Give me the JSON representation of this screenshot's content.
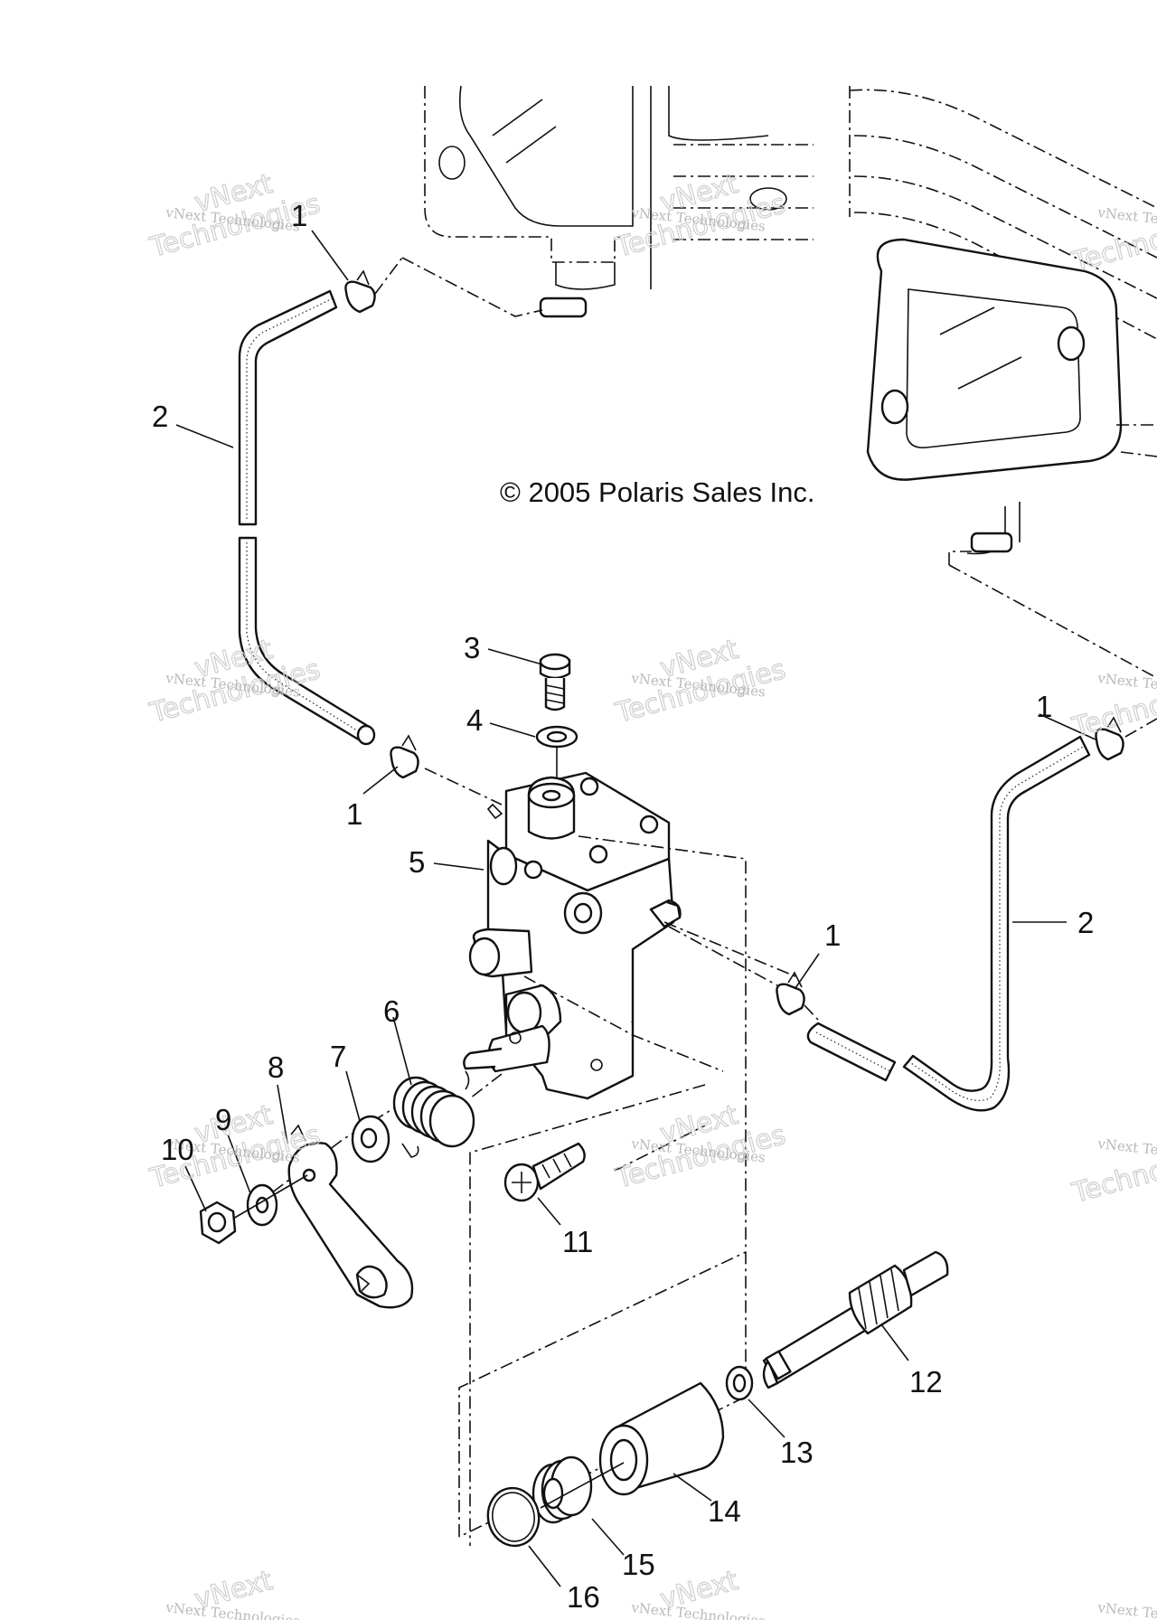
{
  "copyright": "© 2005 Polaris Sales Inc.",
  "watermark": {
    "line_small": "vNext Technologies",
    "line_big_1": "vNext",
    "line_big_2": "Technologies"
  },
  "callouts": [
    {
      "id": "c1a",
      "label": "1"
    },
    {
      "id": "c1b",
      "label": "1"
    },
    {
      "id": "c1c",
      "label": "1"
    },
    {
      "id": "c1d",
      "label": "1"
    },
    {
      "id": "c2a",
      "label": "2"
    },
    {
      "id": "c2b",
      "label": "2"
    },
    {
      "id": "c3",
      "label": "3"
    },
    {
      "id": "c4",
      "label": "4"
    },
    {
      "id": "c5",
      "label": "5"
    },
    {
      "id": "c6",
      "label": "6"
    },
    {
      "id": "c7",
      "label": "7"
    },
    {
      "id": "c8",
      "label": "8"
    },
    {
      "id": "c9",
      "label": "9"
    },
    {
      "id": "c10",
      "label": "10"
    },
    {
      "id": "c11",
      "label": "11"
    },
    {
      "id": "c12",
      "label": "12"
    },
    {
      "id": "c13",
      "label": "13"
    },
    {
      "id": "c14",
      "label": "14"
    },
    {
      "id": "c15",
      "label": "15"
    },
    {
      "id": "c16",
      "label": "16"
    }
  ]
}
